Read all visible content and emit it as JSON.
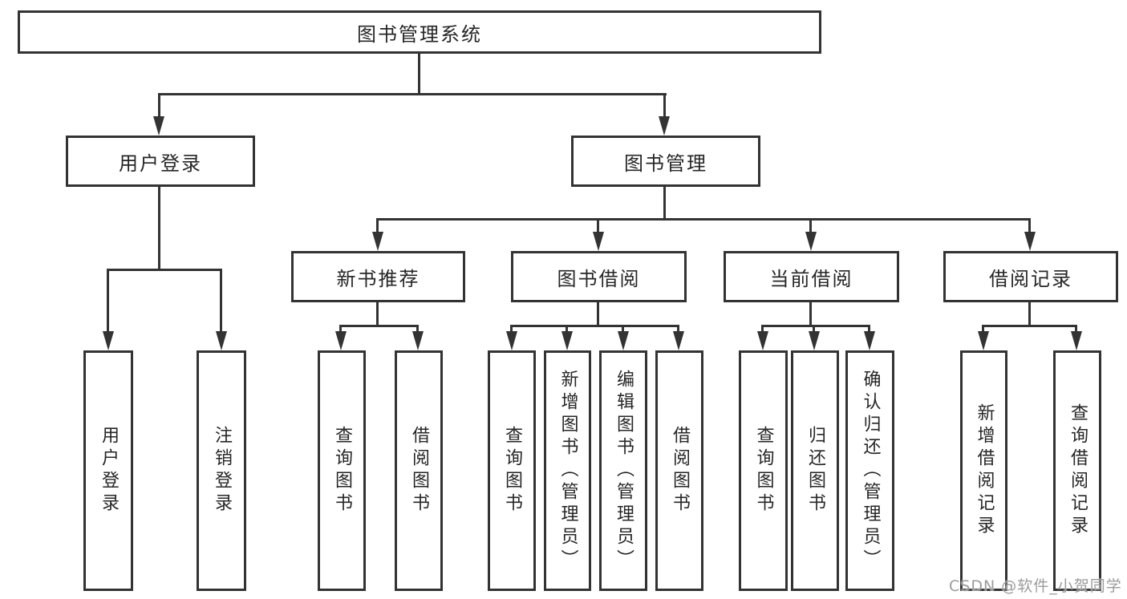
{
  "diagram": {
    "title": "图书管理系统",
    "level2": {
      "user_login": "用户登录",
      "book_management": "图书管理"
    },
    "level3": {
      "new_book_recommend": "新书推荐",
      "book_borrow": "图书借阅",
      "current_borrow": "当前借阅",
      "borrow_record": "借阅记录"
    },
    "leaves": {
      "user_login": "用户登录",
      "logout": "注销登录",
      "recommend_query_book": "查询图书",
      "recommend_borrow_book": "借阅图书",
      "borrow_query_book": "查询图书",
      "add_book_admin": "新增图书（管理员）",
      "edit_book_admin": "编辑图书（管理员）",
      "borrow_borrow_book": "借阅图书",
      "current_query_book": "查询图书",
      "return_book": "归还图书",
      "confirm_return_admin": "确认归还（管理员）",
      "add_borrow_record": "新增借阅记录",
      "query_borrow_record": "查询借阅记录"
    }
  },
  "watermark": "CSDN @软件_小贺同学",
  "colors": {
    "line": "#333333",
    "text": "#262626",
    "background": "#ffffff",
    "watermark": "#9c9c9c"
  }
}
